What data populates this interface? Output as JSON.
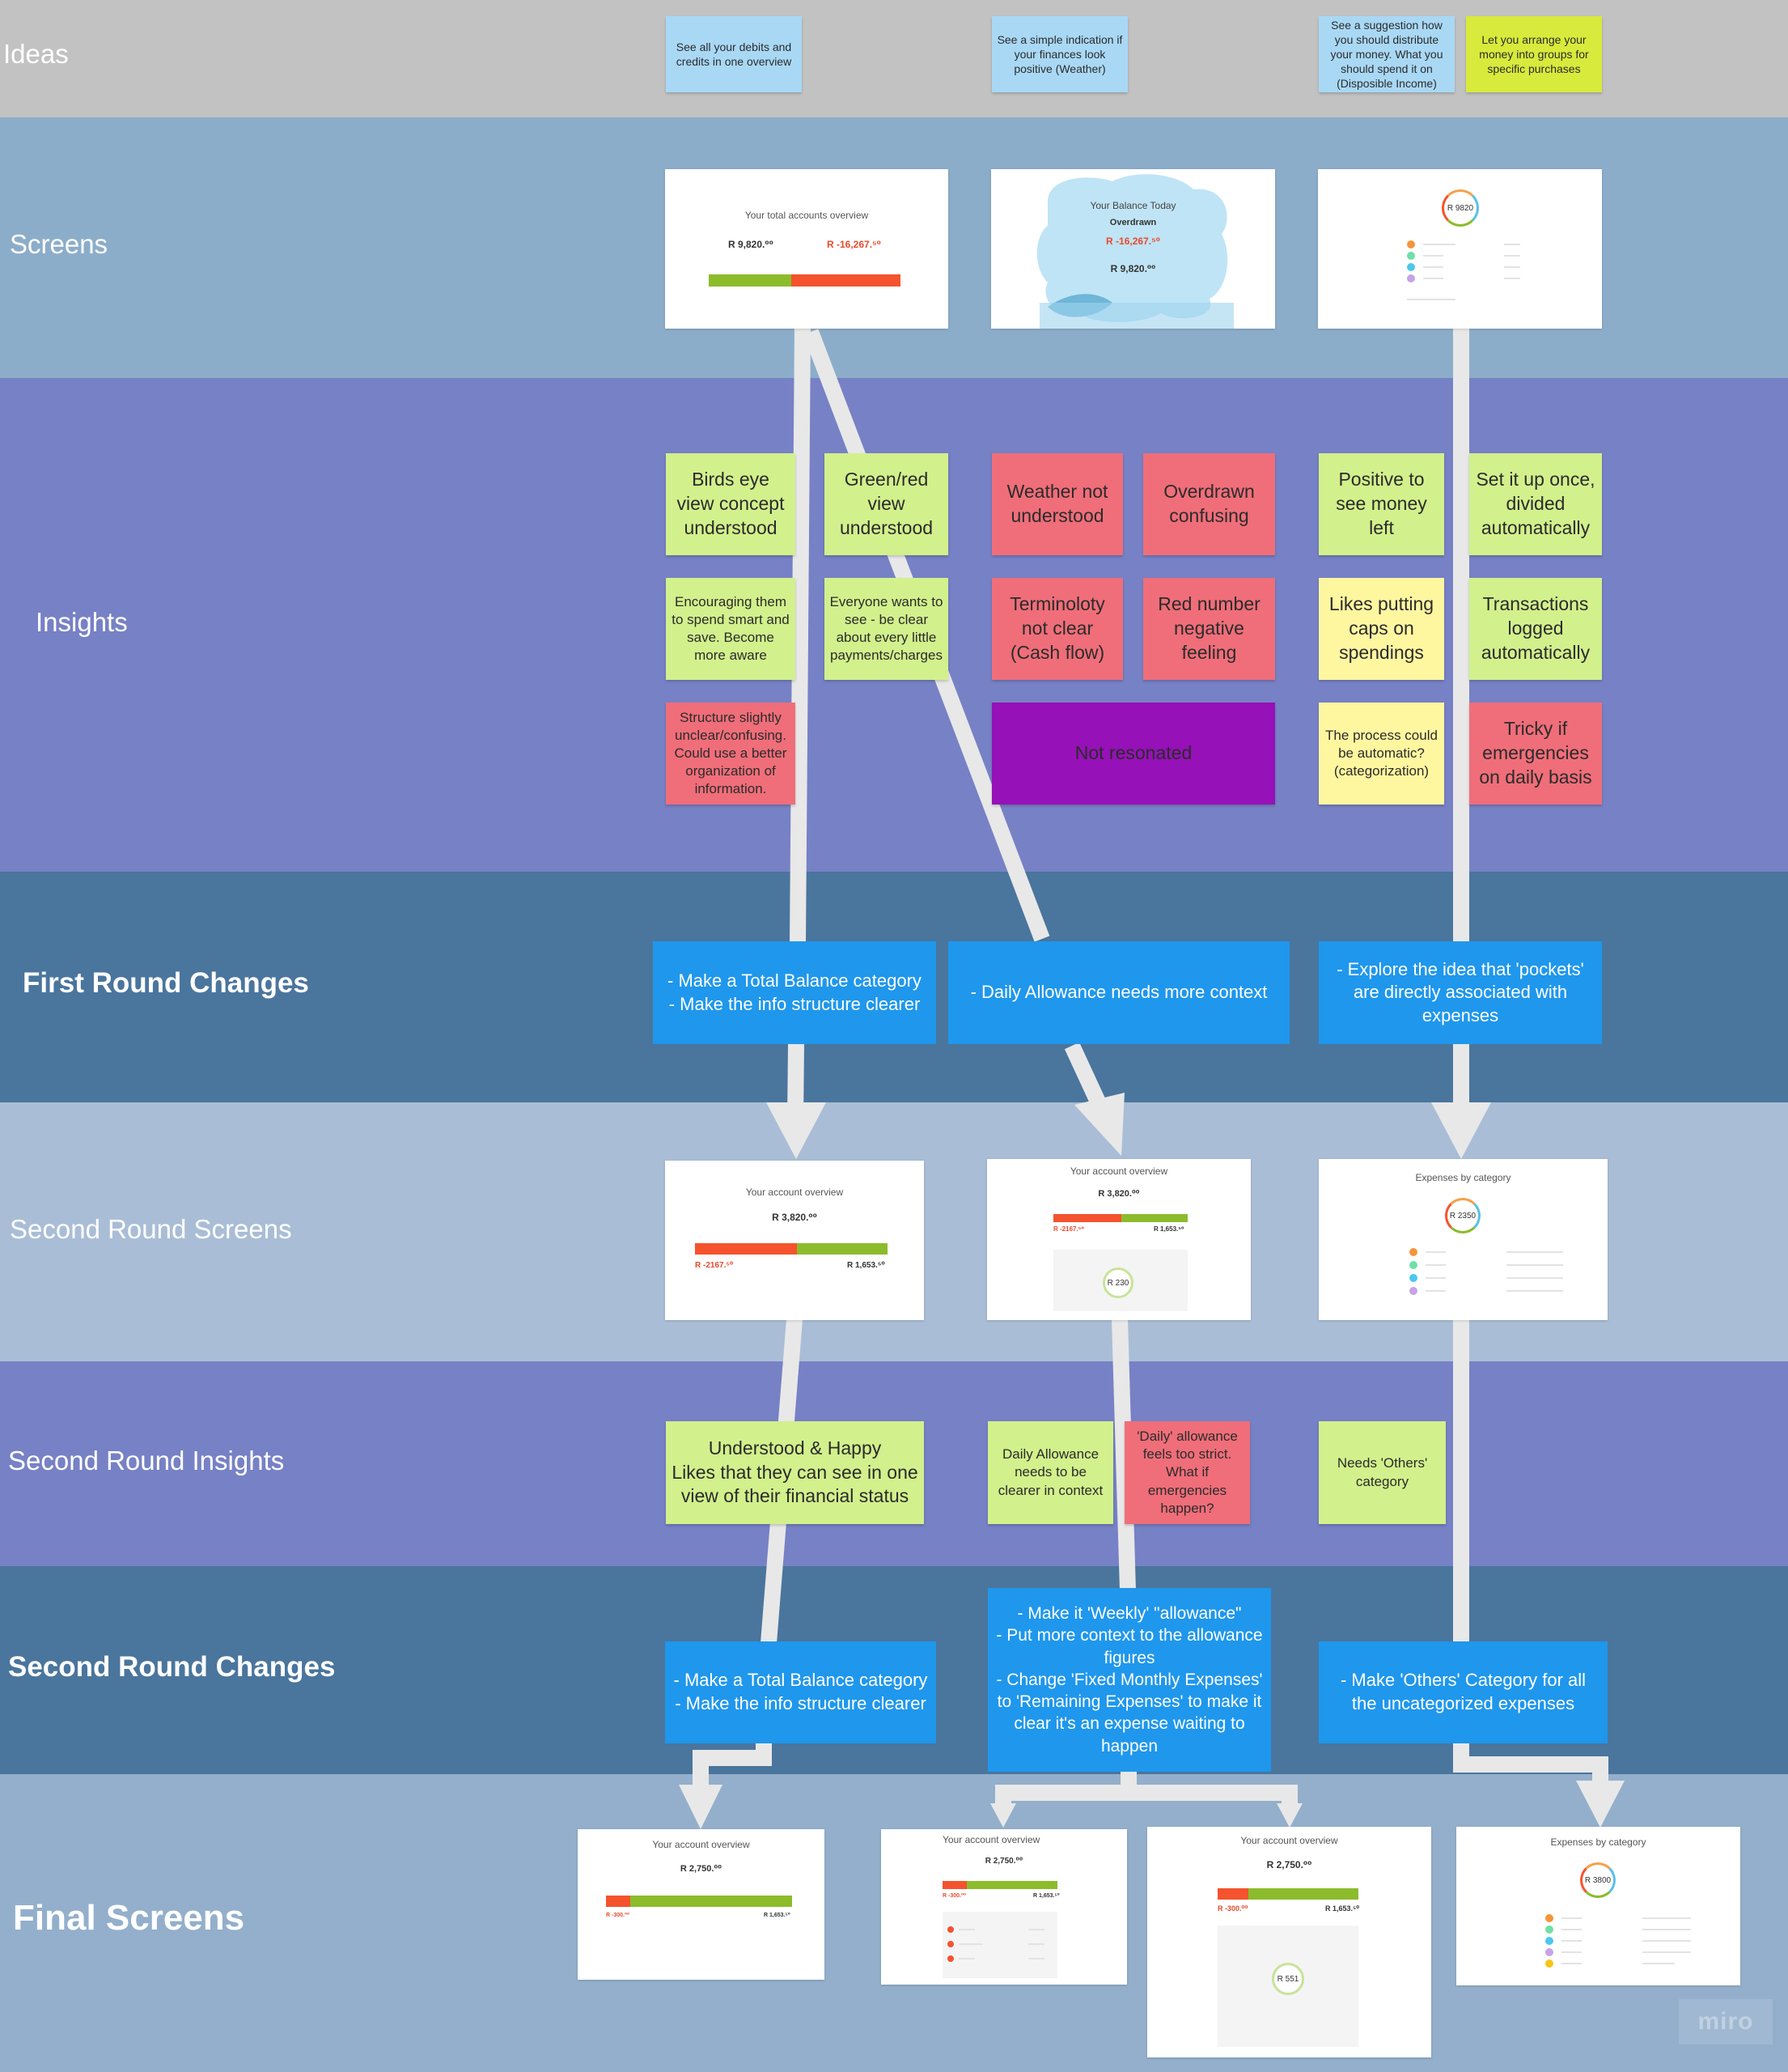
{
  "bands": {
    "ideas": "Ideas",
    "screens": "Screens",
    "insights": "Insights",
    "first_changes": "First Round Changes",
    "second_screens": "Second Round Screens",
    "second_insights": "Second Round Insights",
    "second_changes": "Second Round Changes",
    "final_screens": "Final Screens"
  },
  "colors": {
    "ideas_band": "#c2c2c2",
    "screens_band": "#8cadc9",
    "insights_band": "#7781c5",
    "changes_band": "#4a759d",
    "screens2_band": "#a9bdd6",
    "final_band": "#93afcb",
    "arrow": "#e8e8e8",
    "card_blue": "#1f97ec",
    "note_green": "#d2f08c",
    "note_red": "#ef6e79",
    "note_yellow": "#fff6a0",
    "note_purple": "#9611b7",
    "note_light_blue": "#a9d8f5",
    "note_lime": "#d8ea3b"
  },
  "ideas": [
    "See all your debits and credits in one overview",
    "See a simple indication if your finances look positive (Weather)",
    "See a suggestion how you should distribute your money. What you should spend it on (Disposible Income)",
    "Let you arrange your money into groups for specific purchases"
  ],
  "screens": {
    "s1": {
      "title": "Your total accounts overview",
      "amount_left": "R 9,820.⁰⁰",
      "amount_right": "R -16,267.⁵⁰"
    },
    "s2": {
      "title": "Your Balance Today",
      "status": "Overdrawn",
      "amount_red": "R -16,267.⁵⁰",
      "amount": "R 9,820.⁰⁰"
    },
    "s3": {
      "ring": "R 9820"
    }
  },
  "insights": {
    "c1": [
      "Birds eye view concept understood",
      "Encouraging them to spend smart and save. Become more aware",
      "Structure slightly unclear/confusing. Could use a better organization of information."
    ],
    "c2": [
      "Green/red view understood",
      "Everyone wants to see - be clear about every little payments/charges"
    ],
    "c3": [
      "Weather not understood",
      "Terminoloty not clear (Cash flow)"
    ],
    "c4": [
      "Overdrawn confusing",
      "Red number negative feeling"
    ],
    "not_resonated": "Not resonated",
    "c5": [
      "Positive to see money left",
      "Likes putting caps on spendings",
      "The process could be automatic? (categorization)"
    ],
    "c6": [
      "Set it up once, divided automatically",
      "Transactions logged automatically",
      "Tricky if emergencies on daily basis"
    ]
  },
  "first_changes": [
    "- Make a Total Balance category\n- Make the info structure clearer",
    "- Daily Allowance needs more context",
    "- Explore the idea that 'pockets' are directly associated with expenses"
  ],
  "second_screens": {
    "s1": {
      "title": "Your account overview",
      "amount": "R 3,820.⁰⁰",
      "left": "R -2167.⁵⁰",
      "right": "R 1,653.⁵⁰"
    },
    "s2": {
      "title": "Your account overview",
      "amount": "R 3,820.⁰⁰",
      "left": "R -2167.⁵⁰",
      "right": "R 1,653.⁵⁰",
      "ring": "R 230"
    },
    "s3": {
      "title": "Expenses by category",
      "ring": "R 2350"
    }
  },
  "second_insights": [
    "Understood & Happy\nLikes that they can see in one view of their financial status",
    "Daily Allowance needs to be clearer in context",
    "'Daily' allowance feels too strict. What if emergencies happen?",
    "Needs 'Others' category"
  ],
  "second_changes": [
    "- Make a Total Balance category\n- Make the info structure clearer",
    "- Make it 'Weekly' \"allowance\"\n- Put more context to the allowance figures\n- Change 'Fixed Monthly Expenses' to 'Remaining Expenses' to make it clear it's an expense waiting to happen",
    "- Make 'Others' Category for all the uncategorized expenses"
  ],
  "final_screens": {
    "f1": {
      "title": "Your account overview",
      "amount": "R 2,750.⁰⁰",
      "left": "R -300.⁰⁰",
      "right": "R 1,653.⁵⁰"
    },
    "f2": {
      "title": "Your account overview",
      "amount": "R 2,750.⁰⁰",
      "left": "R -300.⁰⁰",
      "right": "R 1,653.⁵⁰"
    },
    "f3": {
      "title": "Your account overview",
      "amount": "R 2,750.⁰⁰",
      "left": "R -300.⁰⁰",
      "right": "R 1,653.⁵⁰",
      "ring": "R 551"
    },
    "f4": {
      "title": "Expenses by category",
      "ring": "R 3800"
    }
  },
  "watermark": "miro"
}
